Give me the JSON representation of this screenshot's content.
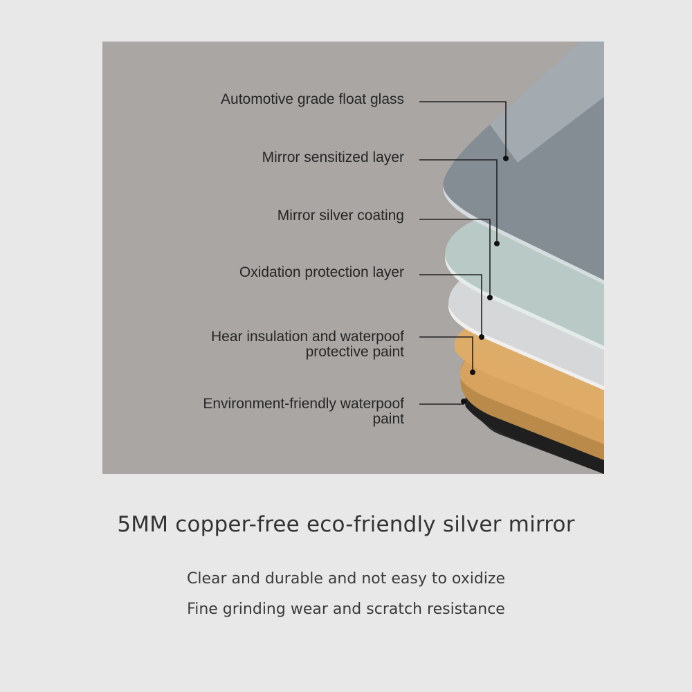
{
  "diagram": {
    "layers": [
      {
        "lines": [
          "Automotive grade float glass"
        ],
        "color": "#8b9399"
      },
      {
        "lines": [
          "Mirror sensitized layer"
        ],
        "color": "#b8c7c4"
      },
      {
        "lines": [
          "Mirror silver coating"
        ],
        "color": "#cfd0d1"
      },
      {
        "lines": [
          "Oxidation protection layer"
        ],
        "color": "#cf9a52"
      },
      {
        "lines": [
          "Hear insulation and waterpoof",
          "protective paint"
        ],
        "color": "#c59554"
      },
      {
        "lines": [
          "Environment-friendly waterpoof",
          "paint"
        ],
        "color": "#2a2a2a"
      }
    ],
    "panel_color": "#a9a6a4"
  },
  "caption": {
    "headline": "5MM copper-free eco-friendly silver mirror",
    "features": [
      "Clear and durable and not easy to oxidize",
      "Fine grinding wear and scratch resistance"
    ]
  }
}
